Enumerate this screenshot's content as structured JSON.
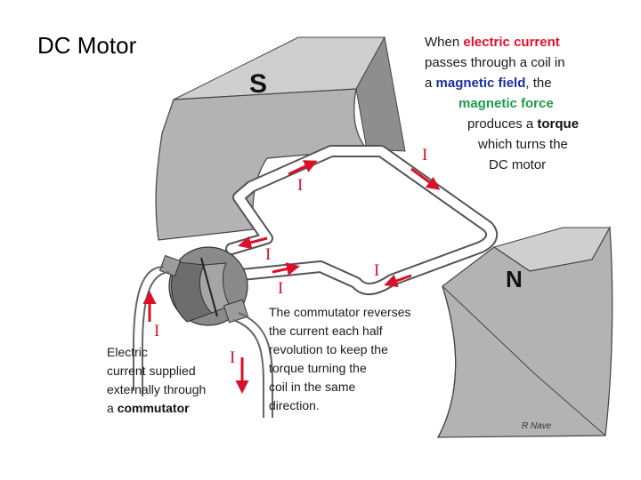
{
  "title": "DC Motor",
  "poles": {
    "south": "S",
    "north": "N"
  },
  "current_symbol": "I",
  "top_caption": {
    "line1_pre": "When ",
    "line1_hl": "electric current",
    "line2": "passes through a  coil in",
    "line3_pre": "a ",
    "line3_hl": "magnetic field",
    "line3_post": ", the",
    "line4_hl": "magnetic force",
    "line5_pre": "produces a ",
    "line5_hl": "torque",
    "line6": "which turns the",
    "line7": "DC motor"
  },
  "commutator_caption": {
    "line1": "The commutator reverses",
    "line2": "the current each half",
    "line3": "revolution to keep the",
    "line4": "torque turning the",
    "line5": "coil in the same",
    "line6": "direction."
  },
  "supply_caption": {
    "line1": "Electric",
    "line2": "current supplied",
    "line3": "externally through",
    "line4_pre": "a ",
    "line4_hl": "commutator"
  },
  "credit": "R Nave",
  "colors": {
    "magnet_fill": "#b3b3b3",
    "magnet_dark": "#8e8e8e",
    "arrow_red": "#d8102a",
    "highlight_blue": "#1a2fa0",
    "highlight_green": "#1f9a4a"
  }
}
